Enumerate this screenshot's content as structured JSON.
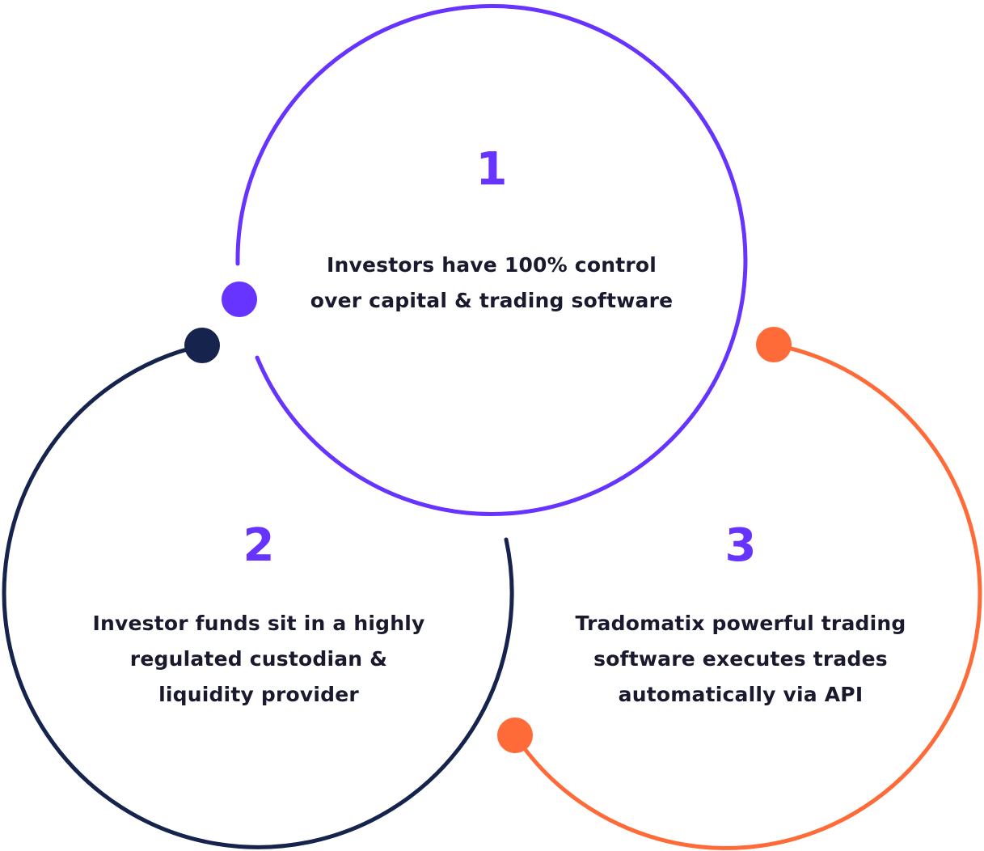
{
  "colors": {
    "purple": "#6633ff",
    "navy": "#16244d",
    "orange": "#ff6b38",
    "text": "#1a1a2e"
  },
  "steps": [
    {
      "number": "1",
      "lines": [
        "Investors have 100% control",
        "over capital & trading software"
      ],
      "ring_color": "purple"
    },
    {
      "number": "2",
      "lines": [
        "Investor funds sit in a highly",
        "regulated custodian &",
        "liquidity provider"
      ],
      "ring_color": "navy"
    },
    {
      "number": "3",
      "lines": [
        "Tradomatix powerful trading",
        "software executes trades",
        "automatically via API"
      ],
      "ring_color": "orange"
    }
  ]
}
